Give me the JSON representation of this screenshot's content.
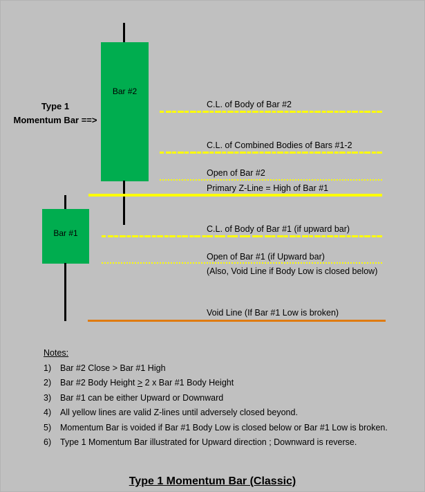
{
  "figure": {
    "title": "Type 1 Momentum Bar (Classic)",
    "background_color": "#c0c0c0",
    "candle_color": "#00ad4f",
    "zline_color": "#ffff00",
    "void_line_color": "#e07b10",
    "wick_color": "#000000"
  },
  "callout": {
    "line1": "Type 1",
    "line2": "Momentum Bar ==>"
  },
  "candles": [
    {
      "id": "bar2",
      "label": "Bar #2"
    },
    {
      "id": "bar1",
      "label": "Bar #1"
    }
  ],
  "annotations": [
    {
      "id": "cl-body-bar2",
      "text": "C.L. of Body of Bar #2",
      "line_style": "dash-dot"
    },
    {
      "id": "cl-combined",
      "text": "C.L. of Combined Bodies of Bars #1-2",
      "line_style": "dash-dot"
    },
    {
      "id": "open-bar2",
      "text": "Open of Bar #2",
      "line_style": "dotted"
    },
    {
      "id": "primary-zline",
      "text": "Primary Z-Line = High of Bar #1",
      "line_style": "solid"
    },
    {
      "id": "cl-body-bar1",
      "text": "C.L. of Body of Bar #1 (if upward bar)",
      "line_style": "dash-dot"
    },
    {
      "id": "open-bar1",
      "text": "Open of Bar #1 (if Upward bar)",
      "line_style": "dotted"
    },
    {
      "id": "open-bar1-sub",
      "text": "(Also, Void Line if Body Low is closed below)",
      "line_style": "none"
    },
    {
      "id": "void-line",
      "text": "Void Line (If Bar #1 Low is broken)",
      "line_style": "solid-orange"
    }
  ],
  "notes": {
    "heading": "Notes:",
    "items": [
      {
        "num": "1)",
        "text": "Bar #2 Close  >  Bar #1 High"
      },
      {
        "num": "2)",
        "text_pre": "Bar #2 Body Height  ",
        "gte": ">",
        "text_post": "  2 x Bar #1 Body Height"
      },
      {
        "num": "3)",
        "text": "Bar #1 can be either Upward or Downward"
      },
      {
        "num": "4)",
        "text": "All yellow lines are valid Z-lines until adversely closed beyond."
      },
      {
        "num": "5)",
        "text": "Momentum Bar is voided if Bar #1 Body Low is closed below or Bar #1 Low is broken."
      },
      {
        "num": "6)",
        "text": "Type 1 Momentum Bar illustrated for Upward direction ;  Downward is reverse."
      }
    ]
  }
}
